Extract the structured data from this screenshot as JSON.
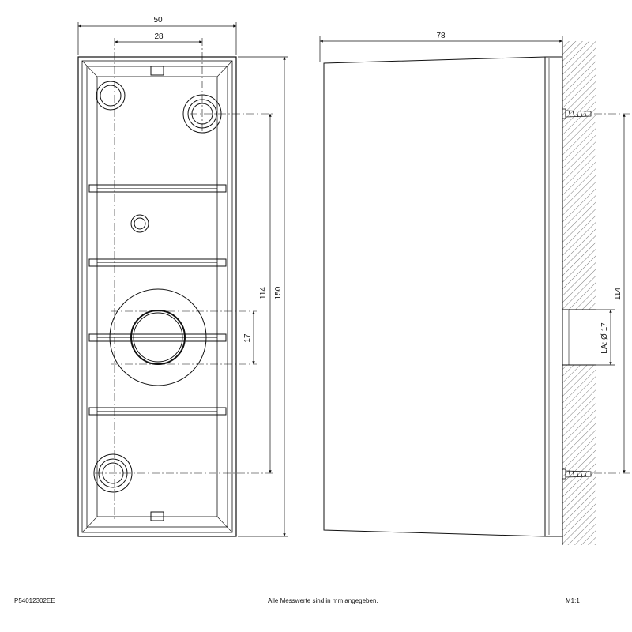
{
  "front_view": {
    "dim_width": "50",
    "dim_hole_spacing_h": "28",
    "dim_hole_spacing_v": "114",
    "dim_height": "150",
    "dim_center_hole": "17"
  },
  "side_view": {
    "dim_depth": "78",
    "dim_hole_spacing_v": "114",
    "dim_cable_entry": "LA: Ø 17"
  },
  "footer": {
    "article_number": "P54012302EE",
    "note": "Alle Messwerte sind in mm angegeben.",
    "scale": "M1:1"
  }
}
